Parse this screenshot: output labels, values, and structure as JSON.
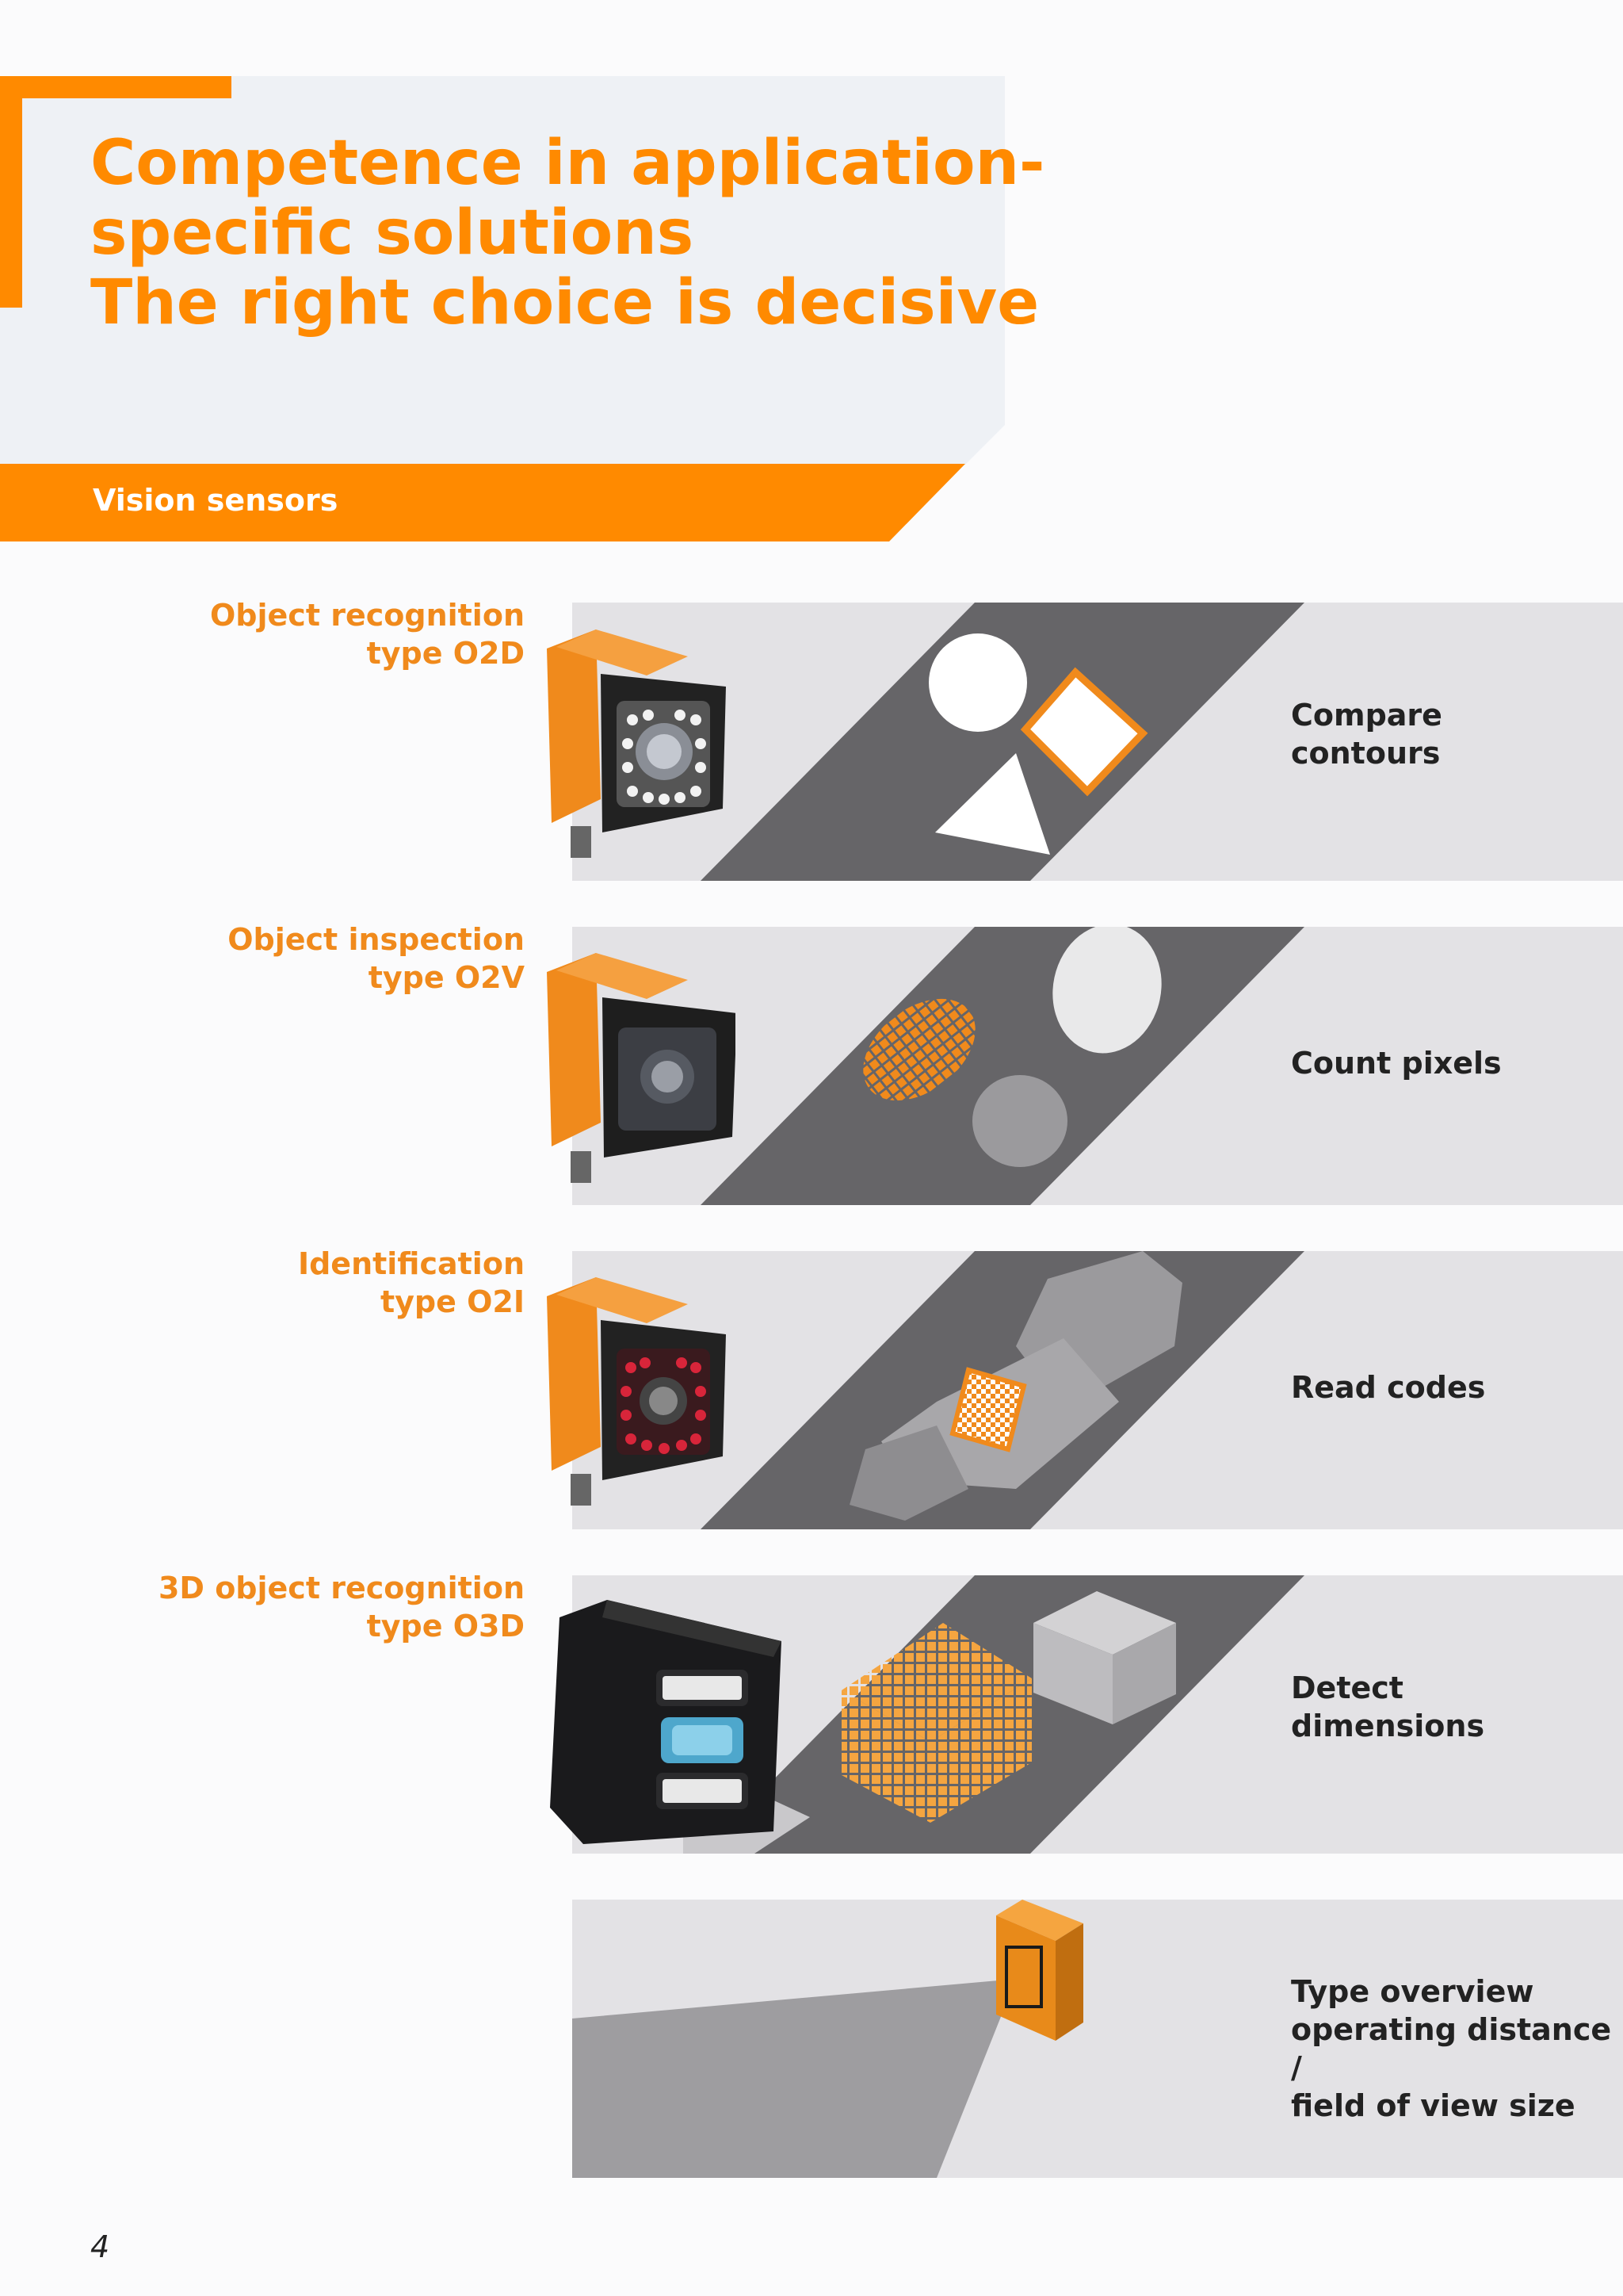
{
  "header": {
    "title_lines": [
      "Competence in application-",
      "specific solutions",
      "The right choice is decisive"
    ]
  },
  "section": {
    "label": "Vision sensors"
  },
  "sensors": [
    {
      "name": "Object recognition",
      "type": "type O2D",
      "caption_lines": [
        "Compare",
        "contours"
      ]
    },
    {
      "name": "Object inspection",
      "type": "type O2V",
      "caption_lines": [
        "Count pixels"
      ]
    },
    {
      "name": "Identification",
      "type": "type O2I",
      "caption_lines": [
        "Read codes"
      ]
    },
    {
      "name": "3D object recognition",
      "type": "type O3D",
      "caption_lines": [
        "Detect",
        "dimensions"
      ]
    }
  ],
  "overview": {
    "caption_lines": [
      "Type overview",
      "operating distance /",
      "field of view size"
    ]
  },
  "footer": {
    "page_number": "4"
  },
  "colors": {
    "accent": "#ff8a00",
    "panel_bg": "#e3e2e5",
    "belt": "#666568",
    "caption": "#222222"
  }
}
